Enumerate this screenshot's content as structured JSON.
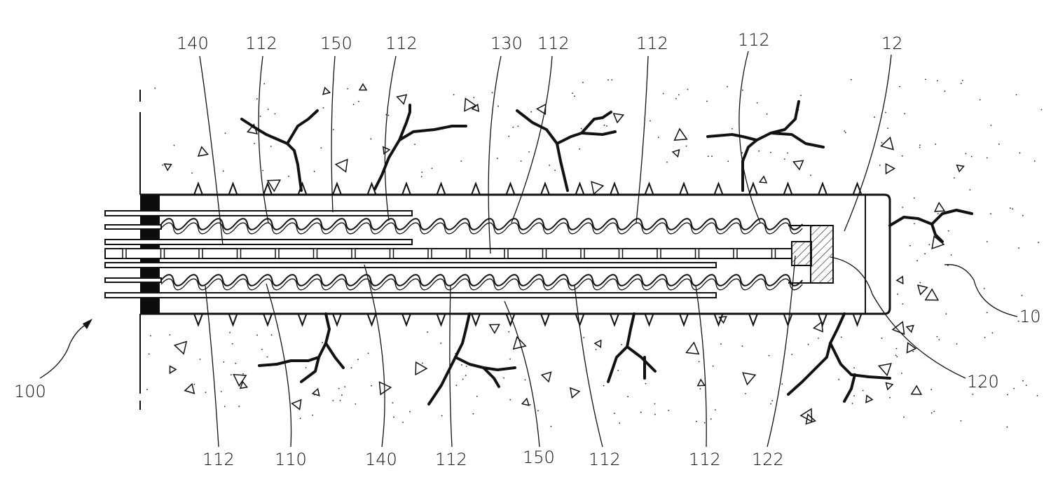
{
  "figure": {
    "type": "patent-cross-section",
    "colors": {
      "ink": "#111111",
      "background": "#ffffff"
    },
    "labels": {
      "top": [
        {
          "id": "t1",
          "text": "140",
          "target": "outer-tube"
        },
        {
          "id": "t2",
          "text": "112",
          "target": "bellows-crest"
        },
        {
          "id": "t3",
          "text": "150",
          "target": "upper-outer-pipe"
        },
        {
          "id": "t4",
          "text": "112",
          "target": "bellows-crest"
        },
        {
          "id": "t5",
          "text": "130",
          "target": "center-rod"
        },
        {
          "id": "t6",
          "text": "112",
          "target": "bellows-crest"
        },
        {
          "id": "t7",
          "text": "112",
          "target": "bellows-crest"
        },
        {
          "id": "t8",
          "text": "112",
          "target": "bellows-crest"
        },
        {
          "id": "t9",
          "text": "12",
          "target": "borehole-end"
        }
      ],
      "bottom": [
        {
          "id": "b1",
          "text": "112",
          "target": "bellows-crest"
        },
        {
          "id": "b2",
          "text": "110",
          "target": "bellows"
        },
        {
          "id": "b3",
          "text": "140",
          "target": "inner-tube"
        },
        {
          "id": "b4",
          "text": "112",
          "target": "bellows-crest"
        },
        {
          "id": "b5",
          "text": "150",
          "target": "lower-outer-pipe"
        },
        {
          "id": "b6",
          "text": "112",
          "target": "bellows-crest"
        },
        {
          "id": "b7",
          "text": "112",
          "target": "bellows-crest"
        },
        {
          "id": "b8",
          "text": "122",
          "target": "end-cap-socket"
        }
      ],
      "side": [
        {
          "id": "s1",
          "text": "10",
          "target": "rock-mass"
        },
        {
          "id": "s2",
          "text": "120",
          "target": "end-cap"
        },
        {
          "id": "s3",
          "text": "100",
          "target": "assembly"
        }
      ]
    }
  }
}
